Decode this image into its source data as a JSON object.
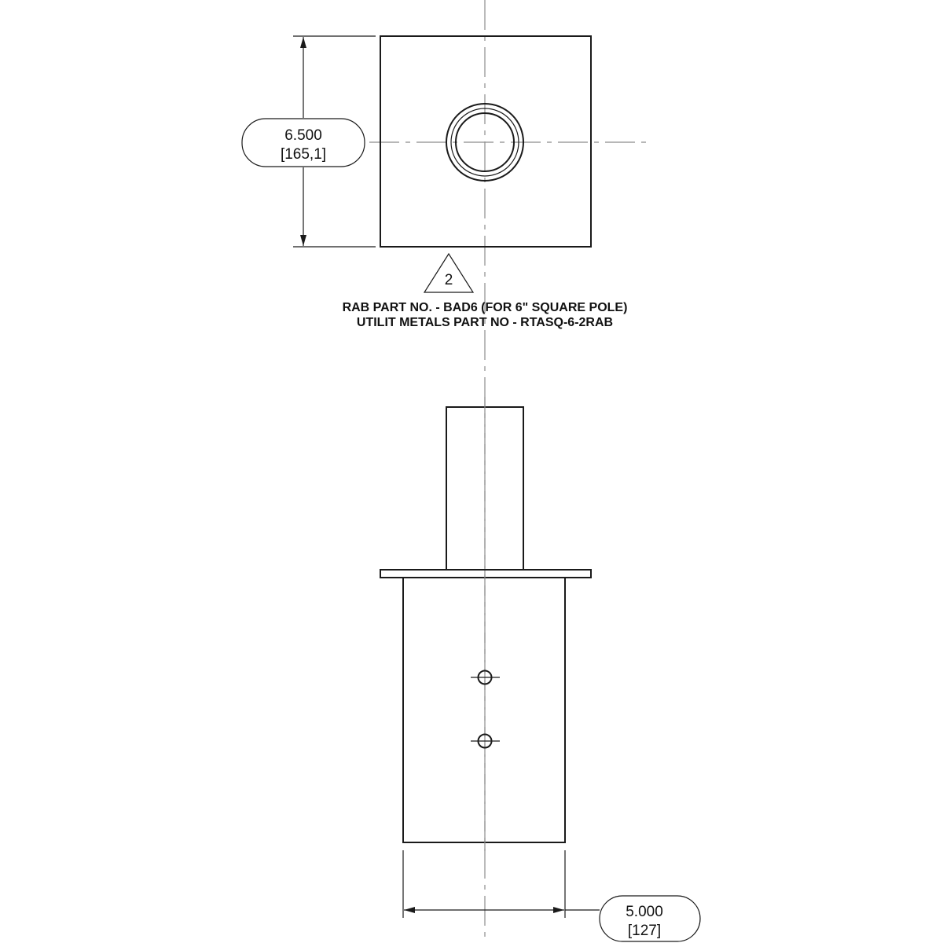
{
  "colors": {
    "line": "#1a1a1a",
    "centerline": "#8c8c8c",
    "background": "#ffffff"
  },
  "dimensions": {
    "plate_height": {
      "imperial": "6.500",
      "metric": "[165,1]"
    },
    "tube_width": {
      "imperial": "5.000",
      "metric": "[127]"
    }
  },
  "callout": {
    "number": "2"
  },
  "notes": {
    "line1": "RAB PART NO. - BAD6 (FOR 6\" SQUARE POLE)",
    "line2": "UTILIT METALS PART NO - RTASQ-6-2RAB"
  }
}
